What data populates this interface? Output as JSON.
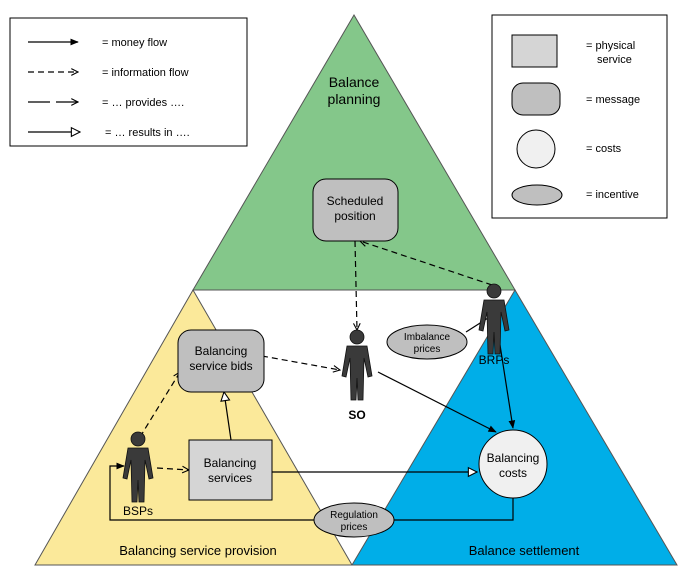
{
  "legend_left": {
    "money_flow": "= money flow",
    "information_flow": "= information flow",
    "provides": "= … provides ….",
    "results_in": "= … results in …."
  },
  "legend_right": {
    "physical_service_1": "= physical",
    "physical_service_2": "service",
    "message": "= message",
    "costs": "= costs",
    "incentive": "= incentive"
  },
  "regions": {
    "planning_1": "Balance",
    "planning_2": "planning",
    "provision": "Balancing service provision",
    "settlement": "Balance settlement"
  },
  "nodes": {
    "scheduled_1": "Scheduled",
    "scheduled_2": "position",
    "bids_1": "Balancing",
    "bids_2": "service bids",
    "services_1": "Balancing",
    "services_2": "services",
    "costs_1": "Balancing",
    "costs_2": "costs",
    "imbalance_1": "Imbalance",
    "imbalance_2": "prices",
    "regulation_1": "Regulation",
    "regulation_2": "prices"
  },
  "actors": {
    "so": "SO",
    "brps": "BRPs",
    "bsps": "BSPs"
  },
  "colors": {
    "planning": "#84c78a",
    "provision": "#fbe99a",
    "settlement": "#00aee8",
    "node_gray": "#bfbfbf",
    "costs_fill": "#f0f0f0",
    "actor": "#3a3a3a"
  }
}
